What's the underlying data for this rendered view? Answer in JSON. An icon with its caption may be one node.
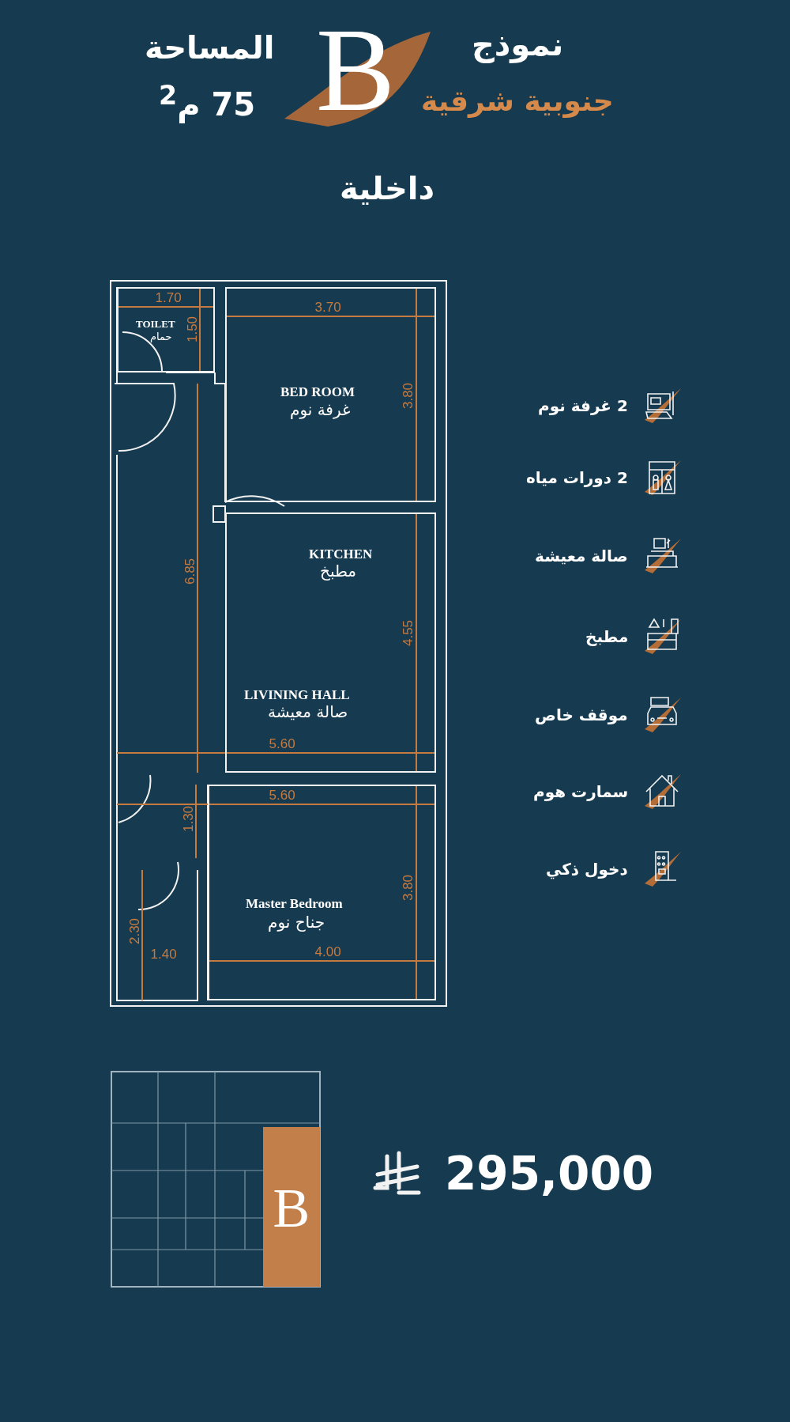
{
  "diagram": {
    "nodes": [
      {
        "text": [
          "TOILET",
          "حمام"
        ]
      },
      {
        "text": [
          "BED ROOM",
          "غرفة نوم"
        ]
      },
      {
        "text": [
          "KITCHEN",
          "مطبخ",
          "LIVINING HALL",
          "صالة معيشة"
        ]
      },
      {
        "text": [
          "Master Bedroom",
          "جناح نوم"
        ]
      }
    ],
    "labels": [
      "نموذج",
      "جنوبية شرقية",
      "B",
      "المساحة",
      "75 م$^{2}$",
      "داخلية",
      "1.70",
      "1.50",
      "3.70",
      "3.80",
      "6.85",
      "4.55",
      "5.60",
      "5.60",
      "1.30",
      "3.80",
      "2.30",
      "1.40",
      "4.00",
      "2 غرفة نوم",
      "2 دورات مياه",
      "صالة معيشة",
      "مطبخ",
      "موقف خاص",
      "سمارت هوم",
      "دخول ذكي",
      "B",
      "295,000"
    ]
  }
}
